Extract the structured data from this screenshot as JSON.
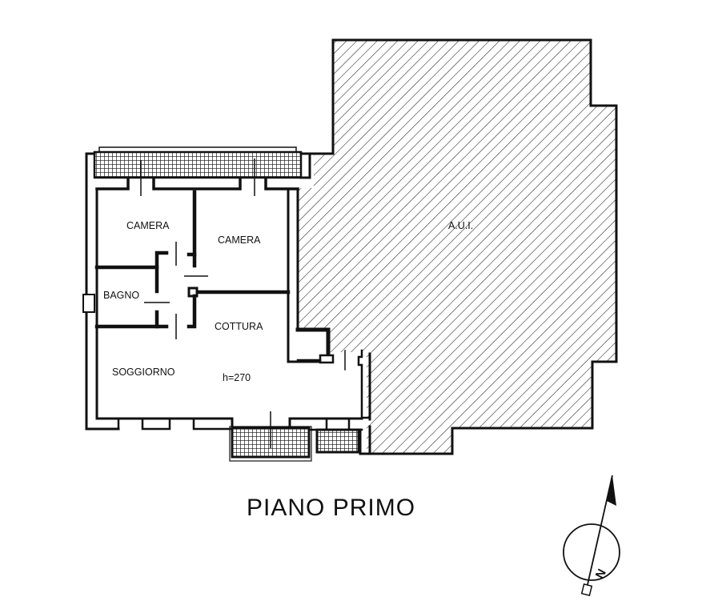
{
  "plan": {
    "title": "PIANO PRIMO",
    "rooms": {
      "camera_1": "CAMERA",
      "camera_2": "CAMERA",
      "bagno": "BAGNO",
      "cottura": "COTTURA",
      "soggiorno": "SOGGIORNO",
      "aui": "A.U.I."
    },
    "height_note": "h=270",
    "north_label": "N"
  },
  "colors": {
    "ink": "#111111",
    "paper": "#ffffff"
  }
}
